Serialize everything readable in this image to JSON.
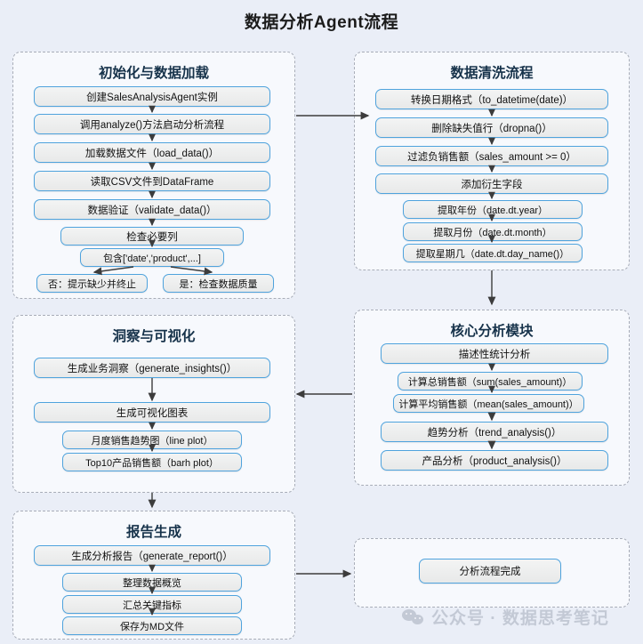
{
  "page": {
    "title": "数据分析Agent流程",
    "background_color": "#eaeef7",
    "node_border_color": "#4fa3dd",
    "section_border_color": "#a8adb8",
    "edge_color": "#3c3c3c"
  },
  "watermark": {
    "icon": "wechat-icon",
    "text": "公众号 · 数据思考笔记"
  },
  "sections": [
    {
      "id": "init",
      "title": "初始化与数据加载",
      "nodes": [
        {
          "id": "n1",
          "label": "创建SalesAnalysisAgent实例"
        },
        {
          "id": "n2",
          "label": "调用analyze()方法启动分析流程"
        },
        {
          "id": "n3",
          "label": "加载数据文件（load_data()）"
        },
        {
          "id": "n4",
          "label": "读取CSV文件到DataFrame"
        },
        {
          "id": "n5",
          "label": "数据验证（validate_data()）"
        },
        {
          "id": "n6",
          "label": "检查必要列"
        },
        {
          "id": "n7",
          "label": "包含['date','product',...]"
        },
        {
          "id": "n8",
          "label": "否：提示缺少并终止"
        },
        {
          "id": "n9",
          "label": "是：检查数据质量"
        }
      ]
    },
    {
      "id": "clean",
      "title": "数据清洗流程",
      "nodes": [
        {
          "id": "c1",
          "label": "转换日期格式（to_datetime(date)）"
        },
        {
          "id": "c2",
          "label": "删除缺失值行（dropna()）"
        },
        {
          "id": "c3",
          "label": "过滤负销售额（sales_amount >= 0）"
        },
        {
          "id": "c4",
          "label": "添加衍生字段"
        },
        {
          "id": "c5",
          "label": "提取年份（date.dt.year）"
        },
        {
          "id": "c6",
          "label": "提取月份（date.dt.month）"
        },
        {
          "id": "c7",
          "label": "提取星期几（date.dt.day_name()）"
        }
      ]
    },
    {
      "id": "core",
      "title": "核心分析模块",
      "nodes": [
        {
          "id": "a1",
          "label": "描述性统计分析"
        },
        {
          "id": "a2",
          "label": "计算总销售额（sum(sales_amount)）"
        },
        {
          "id": "a3",
          "label": "计算平均销售额（mean(sales_amount)）"
        },
        {
          "id": "a4",
          "label": "趋势分析（trend_analysis()）"
        },
        {
          "id": "a5",
          "label": "产品分析（product_analysis()）"
        }
      ]
    },
    {
      "id": "insight",
      "title": "洞察与可视化",
      "nodes": [
        {
          "id": "i1",
          "label": "生成业务洞察（generate_insights()）"
        },
        {
          "id": "i2",
          "label": "生成可视化图表"
        },
        {
          "id": "i3",
          "label": "月度销售趋势图（line plot）"
        },
        {
          "id": "i4",
          "label": "Top10产品销售额（barh plot）"
        }
      ]
    },
    {
      "id": "report",
      "title": "报告生成",
      "nodes": [
        {
          "id": "r1",
          "label": "生成分析报告（generate_report()）"
        },
        {
          "id": "r2",
          "label": "整理数据概览"
        },
        {
          "id": "r3",
          "label": "汇总关键指标"
        },
        {
          "id": "r4",
          "label": "保存为MD文件"
        }
      ]
    },
    {
      "id": "done",
      "title": "",
      "nodes": [
        {
          "id": "d1",
          "label": "分析流程完成"
        }
      ]
    }
  ]
}
